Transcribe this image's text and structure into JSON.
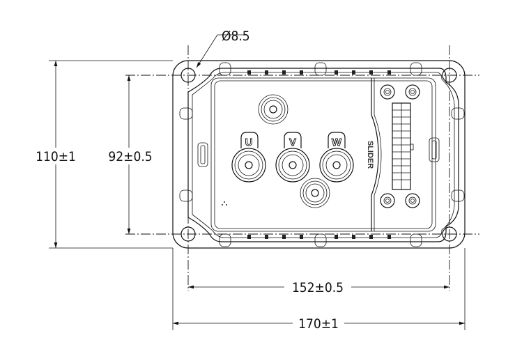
{
  "dimensions": {
    "hole_diameter": "Ø8.5",
    "overall_height": "110±1",
    "hole_spacing_vertical": "92±0.5",
    "hole_spacing_horizontal": "152±0.5",
    "overall_width": "170±1"
  },
  "terminals": [
    "U",
    "V",
    "W"
  ],
  "logo_text": "SLIDER"
}
